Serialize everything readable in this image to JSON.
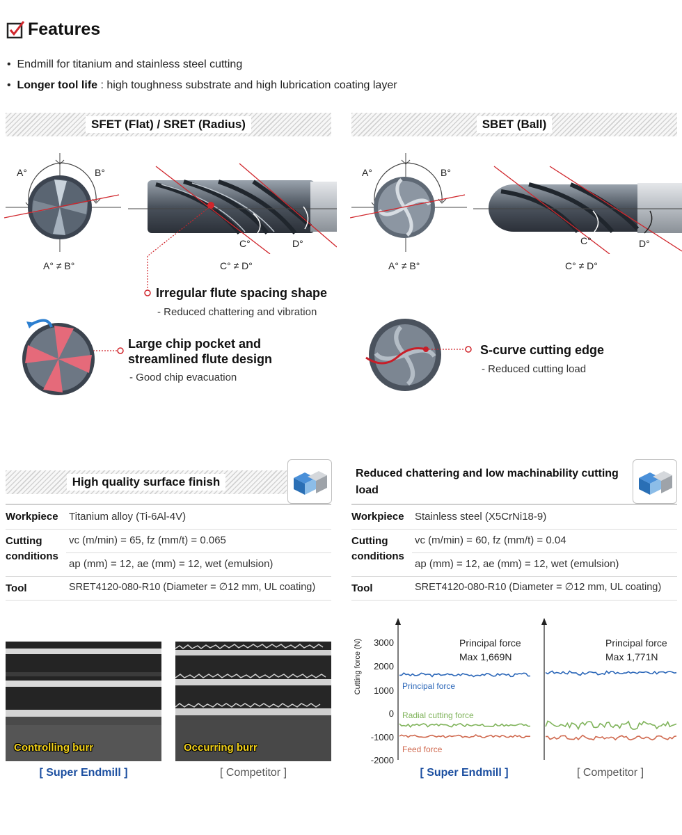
{
  "header": {
    "title": "Features"
  },
  "bullets": [
    {
      "bold": "",
      "text": "Endmill for titanium and stainless steel cutting"
    },
    {
      "bold": "Longer tool life",
      "text": " : high toughness substrate and high lubrication coating layer"
    }
  ],
  "sections": {
    "left_title": "SFET (Flat) / SRET (Radius)",
    "right_title": "SBET (Ball)"
  },
  "angles": {
    "a": "A°",
    "b": "B°",
    "c": "C°",
    "d": "D°",
    "ab_neq": "A° ≠ B°",
    "cd_neq": "C° ≠ D°"
  },
  "features": {
    "irregular": {
      "title": "Irregular flute spacing shape",
      "sub": "- Reduced chattering and vibration"
    },
    "chip": {
      "title1": "Large chip pocket and",
      "title2": "streamlined flute design",
      "sub": "- Good chip evacuation"
    },
    "scurve": {
      "title": "S-curve cutting edge",
      "sub": "- Reduced cutting load"
    }
  },
  "tests": {
    "left": {
      "title": "High quality surface finish",
      "workpiece_label": "Workpiece",
      "workpiece": "Titanium alloy (Ti-6Al-4V)",
      "cond_label1": "Cutting",
      "cond_label2": "conditions",
      "cond1": "vc (m/min) = 65, fz (mm/t) = 0.065",
      "cond2": "ap (mm) = 12, ae (mm) = 12, wet (emulsion)",
      "tool_label": "Tool",
      "tool": "SRET4120-080-R10 (Diameter = ∅12 mm, UL coating)"
    },
    "right": {
      "title": "Reduced chattering and low machinability cutting load",
      "workpiece_label": "Workpiece",
      "workpiece": "Stainless steel (X5CrNi18-9)",
      "cond_label1": "Cutting",
      "cond_label2": "conditions",
      "cond1": "vc (m/min) = 60, fz (mm/t) = 0.04",
      "cond2": "ap (mm) = 12, ae (mm) = 12, wet (emulsion)",
      "tool_label": "Tool",
      "tool": "SRET4120-080-R10 (Diameter = ∅12 mm, UL coating)"
    }
  },
  "photos": {
    "left_caption": "Controlling burr",
    "right_caption": "Occurring burr",
    "left_label": "[ Super Endmill ]",
    "right_label": "[ Competitor ]"
  },
  "chart_data": {
    "type": "line",
    "ylabel": "Cutting force (N)",
    "yticks": [
      "3000",
      "2000",
      "1000",
      "0",
      "-1000",
      "-2000"
    ],
    "ylim": [
      -2000,
      3000
    ],
    "colors": {
      "principal": "#2a66b8",
      "radial": "#7fb35a",
      "feed": "#d06a50"
    },
    "panels": [
      {
        "label": "[ Super Endmill ]",
        "annotation1": "Principal force",
        "annotation2": "Max 1,669N",
        "series": [
          {
            "name": "Principal force",
            "mean": 1640,
            "amp": 60
          },
          {
            "name": "Radial cutting force",
            "mean": -520,
            "amp": 60
          },
          {
            "name": "Feed force",
            "mean": -990,
            "amp": 50
          }
        ]
      },
      {
        "label": "[ Competitor ]",
        "annotation1": "Principal force",
        "annotation2": "Max 1,771N",
        "series": [
          {
            "name": "",
            "mean": 1720,
            "amp": 70
          },
          {
            "name": "",
            "mean": -520,
            "amp": 140
          },
          {
            "name": "",
            "mean": -1060,
            "amp": 80
          }
        ]
      }
    ]
  }
}
